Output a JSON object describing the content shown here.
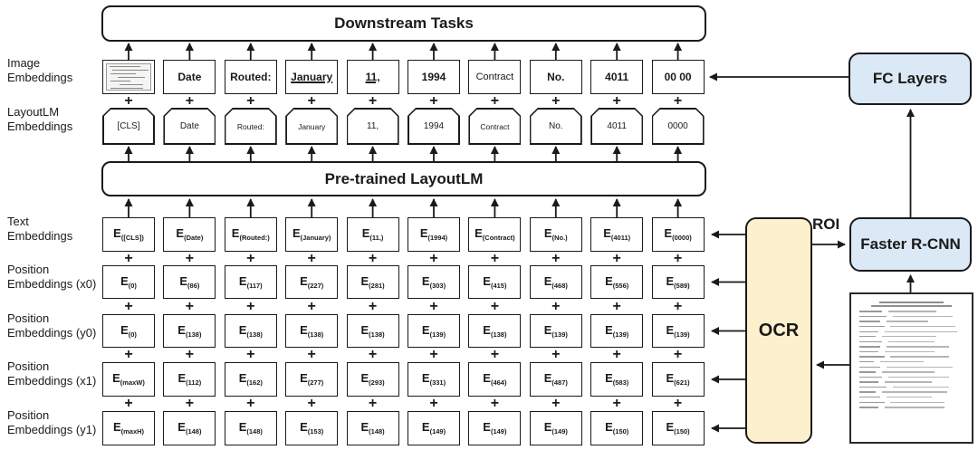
{
  "bars": {
    "downstream": "Downstream Tasks",
    "pretrained": "Pre-trained LayoutLM"
  },
  "row_labels": [
    {
      "text": "Image\nEmbeddings"
    },
    {
      "text": "LayoutLM\nEmbeddings"
    },
    {
      "text": "Text\nEmbeddings"
    },
    {
      "text": "Position\nEmbeddings (x0)"
    },
    {
      "text": "Position\nEmbeddings (y0)"
    },
    {
      "text": "Position\nEmbeddings (x1)"
    },
    {
      "text": "Position\nEmbeddings (y1)"
    }
  ],
  "token_rows": {
    "image_embeddings": [
      {
        "thumbnail": true
      },
      {
        "text": "Date",
        "bold": true
      },
      {
        "text": "Routed:",
        "bold": true
      },
      {
        "text": "January",
        "bold": true,
        "underline": true
      },
      {
        "text": "11,",
        "bold": true,
        "underline": true
      },
      {
        "text": "1994",
        "bold": true
      },
      {
        "text": "Contract",
        "bold": false
      },
      {
        "text": "No.",
        "bold": true
      },
      {
        "text": "4011",
        "bold": true
      },
      {
        "text": "00 00",
        "bold": true
      }
    ],
    "layoutlm_embeddings": [
      "[CLS]",
      "Date",
      "Routed:",
      "January",
      "11,",
      "1994",
      "Contract",
      "No.",
      "4011",
      "0000"
    ],
    "text_embeddings": {
      "prefix": "E",
      "subscripts": [
        "([CLS])",
        "(Date)",
        "(Routed:)",
        "(January)",
        "(11,)",
        "(1994)",
        "(Contract)",
        "(No.)",
        "(4011)",
        "(0000)"
      ]
    },
    "position_x0": {
      "prefix": "E",
      "subscripts": [
        "(0)",
        "(86)",
        "(117)",
        "(227)",
        "(281)",
        "(303)",
        "(415)",
        "(468)",
        "(556)",
        "(589)"
      ]
    },
    "position_y0": {
      "prefix": "E",
      "subscripts": [
        "(0)",
        "(138)",
        "(138)",
        "(138)",
        "(138)",
        "(139)",
        "(138)",
        "(139)",
        "(139)",
        "(139)"
      ]
    },
    "position_x1": {
      "prefix": "E",
      "subscripts": [
        "(maxW)",
        "(112)",
        "(162)",
        "(277)",
        "(293)",
        "(331)",
        "(464)",
        "(487)",
        "(583)",
        "(621)"
      ]
    },
    "position_y1": {
      "prefix": "E",
      "subscripts": [
        "(maxH)",
        "(148)",
        "(148)",
        "(153)",
        "(148)",
        "(149)",
        "(149)",
        "(149)",
        "(150)",
        "(150)"
      ]
    }
  },
  "plus_symbol": "+",
  "right_panel": {
    "fc_layers": "FC Layers",
    "faster_rcnn": "Faster R-CNN",
    "ocr": "OCR",
    "roi_label": "ROI"
  },
  "colors": {
    "box_fill_blue": "#dbe8f5",
    "box_fill_cream": "#fdf0cd",
    "line": "#1a1a1a"
  }
}
